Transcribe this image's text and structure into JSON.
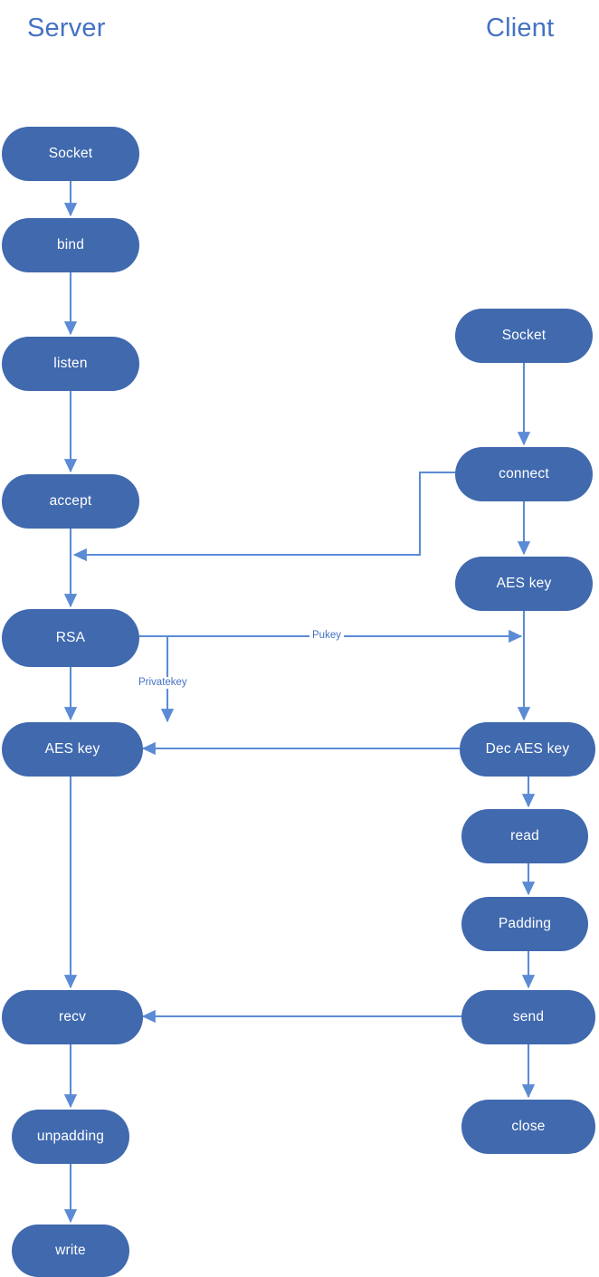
{
  "diagram": {
    "title_server": "Server",
    "title_client": "Client",
    "colors": {
      "node_fill": "#4069AE",
      "node_text": "#ffffff",
      "arrow": "#5B8BD5",
      "title_text": "#4472C4",
      "label_text": "#4472C4",
      "background": "#ffffff"
    },
    "columns": [
      {
        "name": "server",
        "label": "Server",
        "nodes": [
          {
            "id": "srv-socket",
            "label": "Socket"
          },
          {
            "id": "srv-bind",
            "label": "bind"
          },
          {
            "id": "srv-listen",
            "label": "listen"
          },
          {
            "id": "srv-accept",
            "label": "accept"
          },
          {
            "id": "srv-rsa",
            "label": "RSA"
          },
          {
            "id": "srv-aeskey",
            "label": "AES key"
          },
          {
            "id": "srv-recv",
            "label": "recv"
          },
          {
            "id": "srv-unpadding",
            "label": "unpadding"
          },
          {
            "id": "srv-write",
            "label": "write"
          }
        ]
      },
      {
        "name": "client",
        "label": "Client",
        "nodes": [
          {
            "id": "cli-socket",
            "label": "Socket"
          },
          {
            "id": "cli-connect",
            "label": "connect"
          },
          {
            "id": "cli-aeskey",
            "label": "AES key"
          },
          {
            "id": "cli-decaeskey",
            "label": "Dec AES key"
          },
          {
            "id": "cli-read",
            "label": "read"
          },
          {
            "id": "cli-padding",
            "label": "Padding"
          },
          {
            "id": "cli-send",
            "label": "send"
          },
          {
            "id": "cli-close",
            "label": "close"
          }
        ]
      }
    ],
    "edge_labels": [
      {
        "id": "label-pukey",
        "text": "Pukey"
      },
      {
        "id": "label-privatekey",
        "text": "Privatekey"
      }
    ]
  }
}
